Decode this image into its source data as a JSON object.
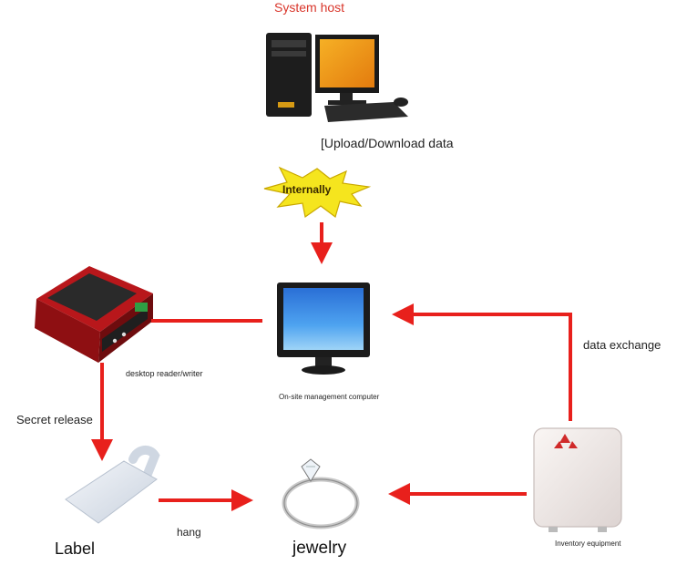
{
  "nodes": {
    "system_host": {
      "label": "System host",
      "color": "#d9362b"
    },
    "upload_download": {
      "label": "[Upload/Download data"
    },
    "internally": {
      "label": "Internally"
    },
    "desktop_reader": {
      "label": "desktop reader/writer"
    },
    "onsite_computer": {
      "label": "On-site management computer"
    },
    "data_exchange": {
      "label": "data exchange"
    },
    "secret_release": {
      "label": "Secret release"
    },
    "label_tag": {
      "label": "Label"
    },
    "hang": {
      "label": "hang"
    },
    "jewelry": {
      "label": "jewelry"
    },
    "inventory_equipment": {
      "label": "Inventory equipment"
    }
  },
  "colors": {
    "arrow": "#e8201c",
    "burst": "#f5e51e",
    "burst_outline": "#c9a800"
  }
}
